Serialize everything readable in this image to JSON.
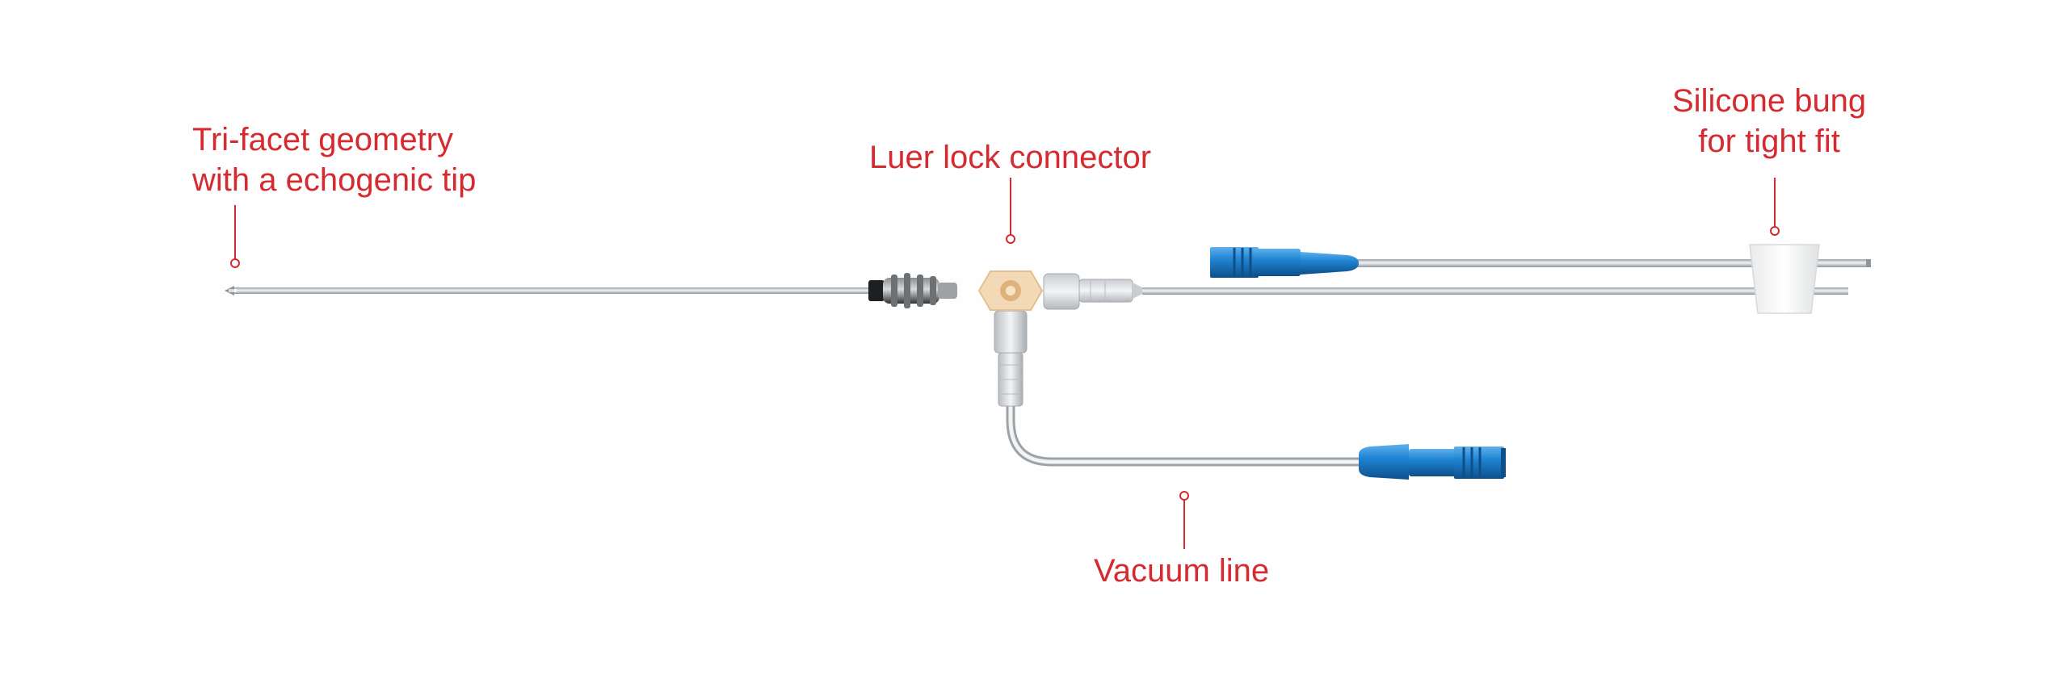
{
  "colors": {
    "label_red": "#d42a30",
    "tube_grey": "#b8bcc1",
    "connector_blue": "#1f7fc9",
    "luer_cream": "#f4d9b6"
  },
  "callouts": {
    "tip": {
      "line1": "Tri-facet geometry",
      "line2": "with a echogenic tip"
    },
    "luer": {
      "text": "Luer lock connector"
    },
    "bung": {
      "line1": "Silicone bung",
      "line2": "for tight fit"
    },
    "vacuum": {
      "text": "Vacuum line"
    }
  }
}
